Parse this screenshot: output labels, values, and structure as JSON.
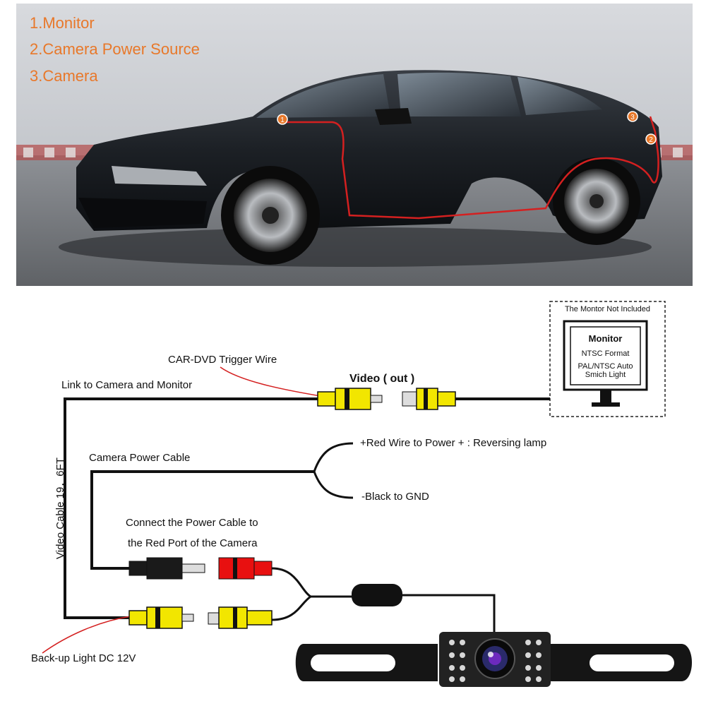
{
  "legend": {
    "item1": "1.Monitor",
    "item2": "2.Camera Power Source",
    "item3": "3.Camera"
  },
  "markers": {
    "m1": "1",
    "m2": "2",
    "m3": "3"
  },
  "monitor_box": {
    "note": "The Montor Not Included",
    "title": "Monitor",
    "line1": "NTSC Format",
    "line2": "PAL/NTSC Auto",
    "line3": "Smich Light"
  },
  "labels": {
    "trigger_wire": "CAR-DVD Trigger Wire",
    "video_out": "Video ( out )",
    "link": "Link to Camera and Monitor",
    "power_cable": "Camera Power Cable",
    "red_wire": "+Red Wire to Power + : Reversing lamp",
    "black_wire": "-Black to GND",
    "connect1": "Connect the Power Cable to",
    "connect2": "the Red Port of the Camera",
    "video_cable": "Video Cable 19．6FT",
    "backup": "Back-up Light DC 12V"
  },
  "colors": {
    "legend_orange": "#e8782a",
    "wire_red": "#d42020",
    "rca_yellow": "#f2e600",
    "rca_red": "#e81010",
    "rca_black": "#1a1a1a"
  }
}
